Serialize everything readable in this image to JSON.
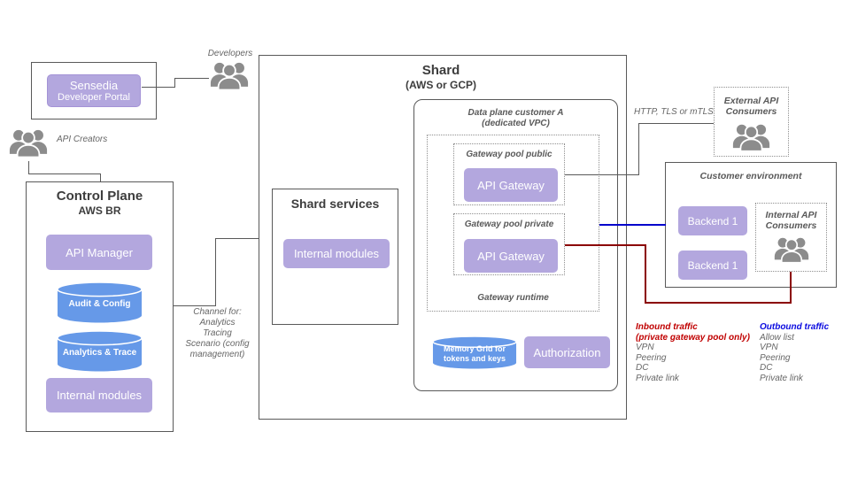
{
  "colors": {
    "module_purple": "#b3a7de",
    "datastore_blue": "#6699e8",
    "connector_gray": "#595959",
    "inbound_red_text": "#c00000",
    "inbound_red_line": "#8b0000",
    "outbound_blue_text": "#0b0be0",
    "outbound_blue_line": "#0000cc",
    "label_gray": "#666666",
    "people_icon_gray": "#8c8c8c"
  },
  "icons": {
    "developers": "people-group-icon",
    "api_creators": "people-group-icon",
    "external_api_consumers": "people-group-icon",
    "internal_api_consumers": "people-group-icon"
  },
  "sensedia": {
    "line1": "Sensedia",
    "line2": "Developer Portal"
  },
  "actors": {
    "developers": "Developers",
    "api_creators": "API Creators",
    "external_api_line1": "External API",
    "external_api_line2": "Consumers",
    "internal_api_line1": "Internal API",
    "internal_api_line2": "Consumers"
  },
  "control_plane": {
    "title": "Control Plane",
    "subtitle": "AWS BR",
    "api_manager": "API Manager",
    "audit_config": "Audit & Config",
    "analytics_trace": "Analytics & Trace",
    "internal_modules": "Internal modules"
  },
  "channel_note": {
    "line1": "Channel  for:",
    "line2": "Analytics",
    "line3": "Tracing",
    "line4": "Scenario (config",
    "line5": "management)"
  },
  "shard": {
    "title": "Shard",
    "subtitle": "(AWS or GCP)",
    "services": {
      "title": "Shard services",
      "internal_modules": "Internal modules"
    },
    "data_plane": {
      "title_line1": "Data plane customer A",
      "title_line2": "(dedicated VPC)",
      "pool_public_label": "Gateway pool public",
      "pool_public_gateway": "API Gateway",
      "pool_private_label": "Gateway pool private",
      "pool_private_gateway": "API Gateway",
      "runtime_label": "Gateway runtime",
      "memory_grid_line1": "Memory Grid for",
      "memory_grid_line2": "tokens and keys",
      "authorization": "Authorization"
    }
  },
  "connections": {
    "http_label": "HTTP, TLS or mTLS"
  },
  "customer_env": {
    "title": "Customer environment",
    "backend1": "Backend 1",
    "backend2": "Backend 1"
  },
  "traffic": {
    "inbound": {
      "title_line1": "Inbound traffic",
      "title_line2": "(private gateway pool only)",
      "items": [
        "VPN",
        "Peering",
        "DC",
        "Private link"
      ]
    },
    "outbound": {
      "title": "Outbound traffic",
      "items": [
        "Allow list",
        "VPN",
        "Peering",
        "DC",
        "Private link"
      ]
    }
  }
}
